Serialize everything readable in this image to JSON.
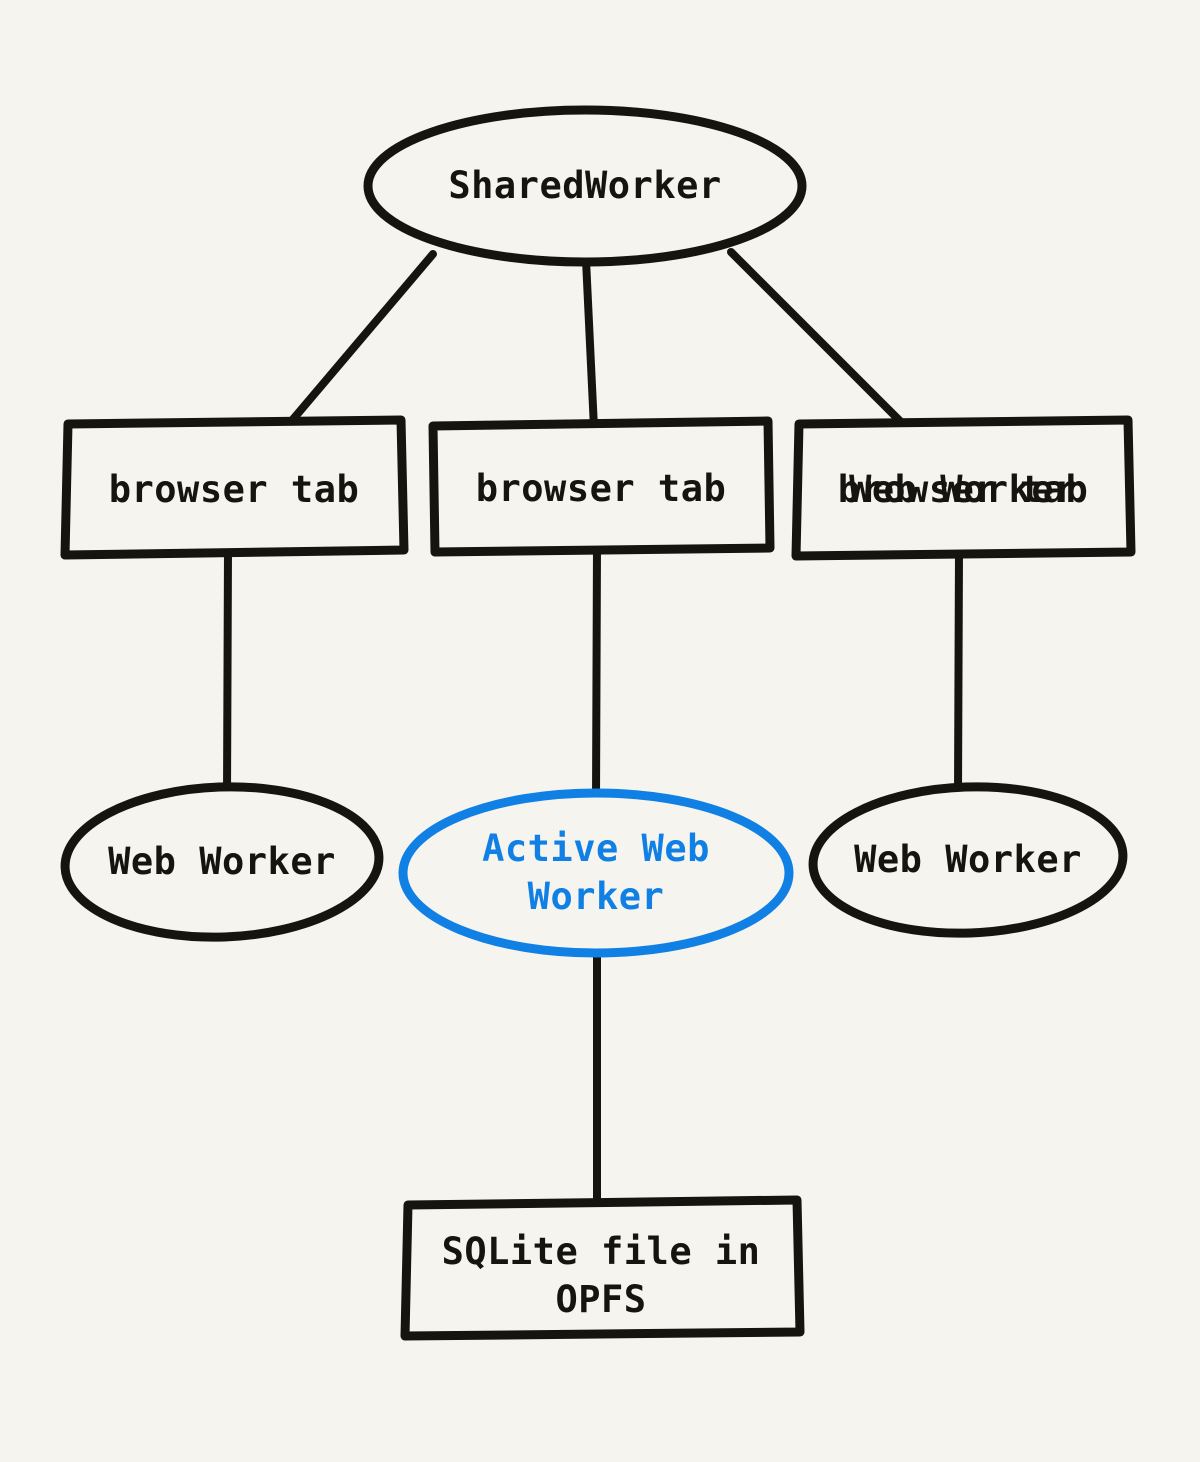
{
  "colors": {
    "background": "#f5f4ef",
    "ink": "#16140f",
    "accent": "#1180e4"
  },
  "diagram": {
    "type": "flowchart",
    "style": "hand-drawn",
    "nodes": {
      "shared_worker": {
        "label": "SharedWorker",
        "shape": "ellipse",
        "color": "black"
      },
      "tab_left": {
        "label": "browser tab",
        "shape": "rect",
        "color": "black"
      },
      "tab_center": {
        "label": "browser tab",
        "shape": "rect",
        "color": "black"
      },
      "tab_right": {
        "label": "browser tab",
        "shape": "rect",
        "color": "black"
      },
      "worker_left": {
        "label": "Web Worker",
        "shape": "ellipse",
        "color": "black"
      },
      "worker_active": {
        "label": "Active Web Worker",
        "shape": "ellipse",
        "color": "#1180e4"
      },
      "worker_right": {
        "label": "Web Worker",
        "shape": "ellipse",
        "color": "black"
      },
      "sqlite": {
        "label": "SQLite file in OPFS",
        "shape": "rect",
        "color": "black"
      }
    },
    "edges": [
      {
        "from": "shared_worker",
        "to": "tab_left"
      },
      {
        "from": "shared_worker",
        "to": "tab_center"
      },
      {
        "from": "shared_worker",
        "to": "tab_right"
      },
      {
        "from": "tab_left",
        "to": "worker_left"
      },
      {
        "from": "tab_center",
        "to": "worker_active"
      },
      {
        "from": "tab_right",
        "to": "worker_right"
      },
      {
        "from": "worker_active",
        "to": "sqlite"
      }
    ]
  }
}
